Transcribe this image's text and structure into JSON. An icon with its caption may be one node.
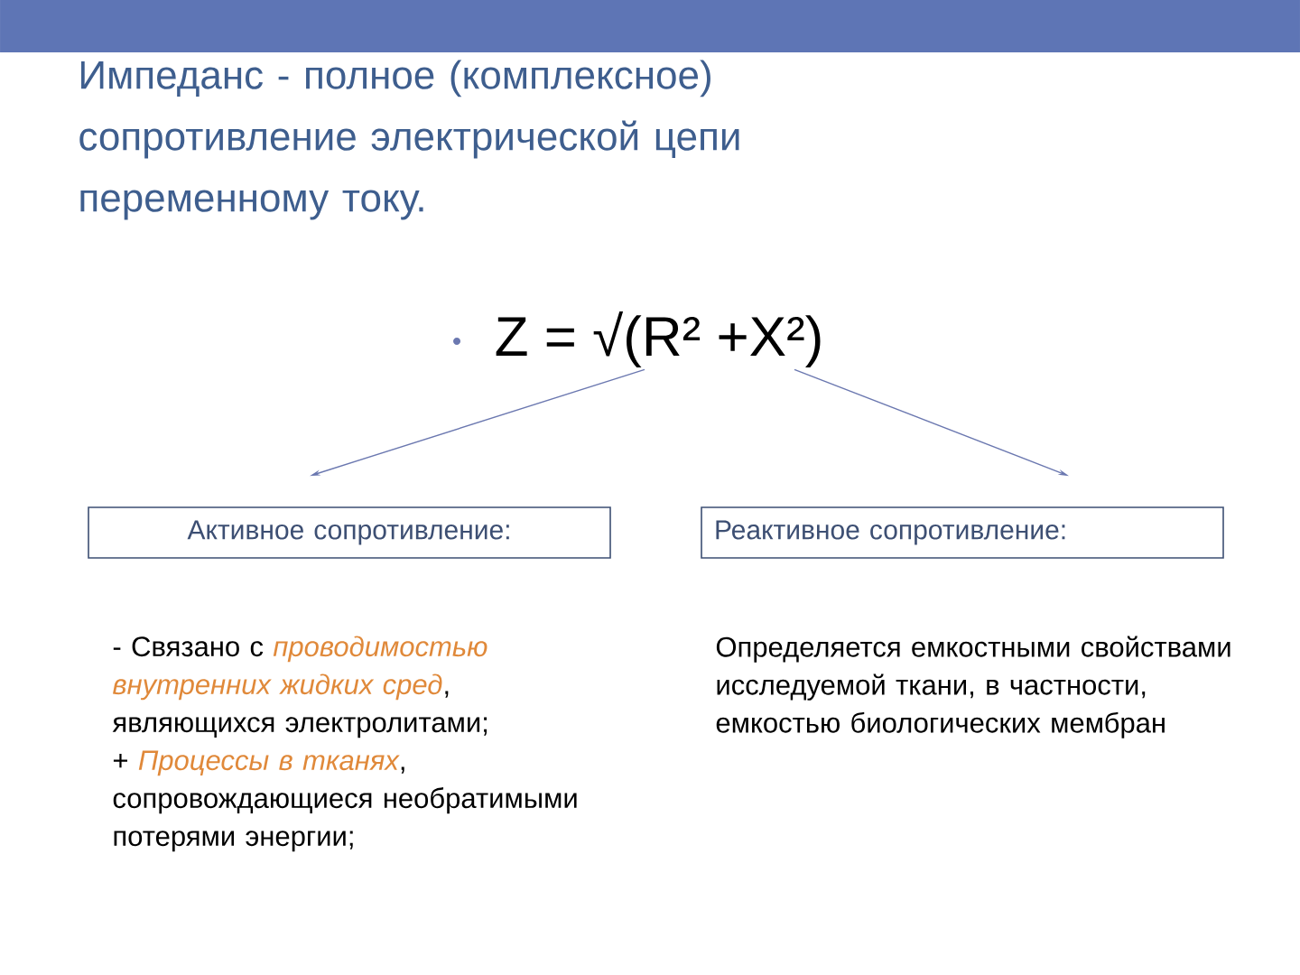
{
  "diagram": {
    "title": "Импеданс - полное (комплексное) сопротивление электрической цепи переменному току.",
    "nodes": [
      {
        "text": [
          "Z = √(R² +X²)"
        ]
      },
      {
        "text": [
          "Активное сопротивление:"
        ],
        "beside": [
          "- Связано с *проводимостью внутренних жидких сред*, являющихся электролитами; + *Процессы в тканях*, сопровождающиеся необратимыми потерями энергии;"
        ]
      },
      {
        "text": [
          "Реактивное сопротивление:"
        ],
        "beside": [
          "Определяется емкостными свойствами исследуемой ткани, в частности, емкостью биологических мембран"
        ]
      }
    ],
    "edges": [
      {
        "from": 0,
        "to": 1,
        "arrow": "to"
      },
      {
        "from": 0,
        "to": 2,
        "arrow": "to"
      }
    ]
  }
}
